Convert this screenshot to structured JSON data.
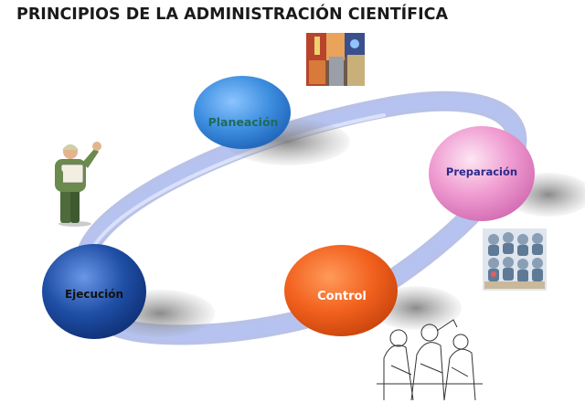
{
  "title": "PRINCIPIOS DE LA ADMINISTRACIÓN CIENTÍFICA",
  "nodes": [
    {
      "id": "planeacion",
      "label": "Planeación",
      "fill": "#3e8fe0",
      "text_color": "#1e6b5a"
    },
    {
      "id": "preparacion",
      "label": "Preparación",
      "fill": "#ef9ad0",
      "text_color": "#2a2a8a"
    },
    {
      "id": "control",
      "label": "Control",
      "fill": "#f2611e",
      "text_color": "#ffffff"
    },
    {
      "id": "ejecucion",
      "label": "Ejecución",
      "fill": "#1f4fa6",
      "text_color": "#111111"
    }
  ],
  "colors": {
    "ring": "#a8b7ea",
    "ring_dark": "#7d8fd6",
    "shadow": "#8d8d8d"
  },
  "illustrations": [
    "worker-clipart",
    "industrial-photo",
    "people-photo",
    "sketch-drawing"
  ]
}
